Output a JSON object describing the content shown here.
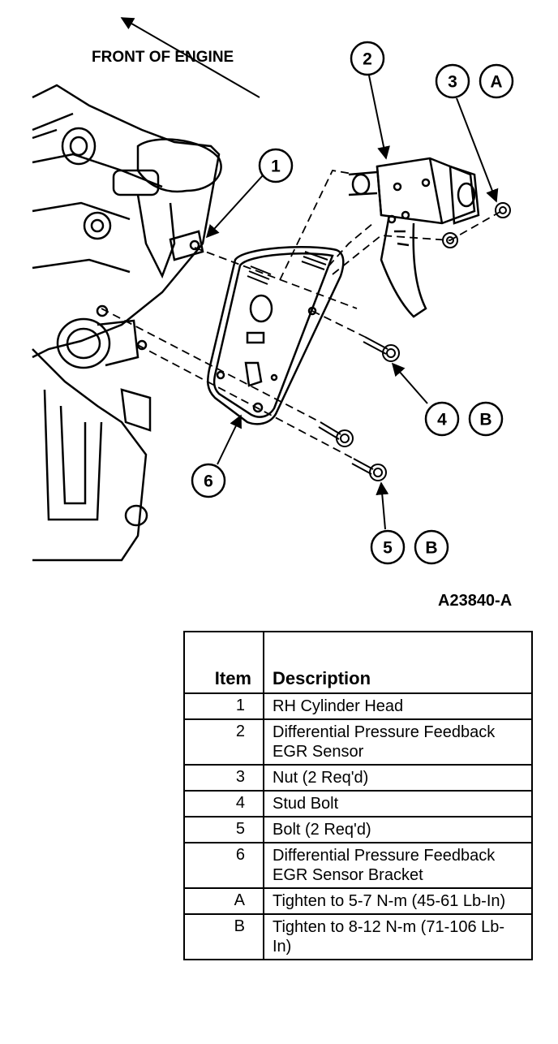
{
  "diagram": {
    "orientation_label": "FRONT OF ENGINE",
    "figure_code": "A23840-A",
    "callouts": [
      {
        "id": "c1",
        "text": "1"
      },
      {
        "id": "c2",
        "text": "2"
      },
      {
        "id": "c3",
        "text": "3"
      },
      {
        "id": "c3a",
        "text": "A"
      },
      {
        "id": "c4",
        "text": "4"
      },
      {
        "id": "c4b",
        "text": "B"
      },
      {
        "id": "c5",
        "text": "5"
      },
      {
        "id": "c5b",
        "text": "B"
      },
      {
        "id": "c6",
        "text": "6"
      }
    ]
  },
  "table": {
    "headers": {
      "item": "Item",
      "description": "Description"
    },
    "rows": [
      {
        "item": "1",
        "description": "RH Cylinder Head"
      },
      {
        "item": "2",
        "description": "Differential Pressure Feedback EGR Sensor"
      },
      {
        "item": "3",
        "description": "Nut (2 Req'd)"
      },
      {
        "item": "4",
        "description": "Stud Bolt"
      },
      {
        "item": "5",
        "description": "Bolt (2 Req'd)"
      },
      {
        "item": "6",
        "description": "Differential Pressure Feedback EGR Sensor Bracket"
      },
      {
        "item": "A",
        "description": "Tighten to 5-7 N-m (45-61 Lb-In)"
      },
      {
        "item": "B",
        "description": "Tighten to 8-12 N-m (71-106 Lb-In)"
      }
    ]
  }
}
